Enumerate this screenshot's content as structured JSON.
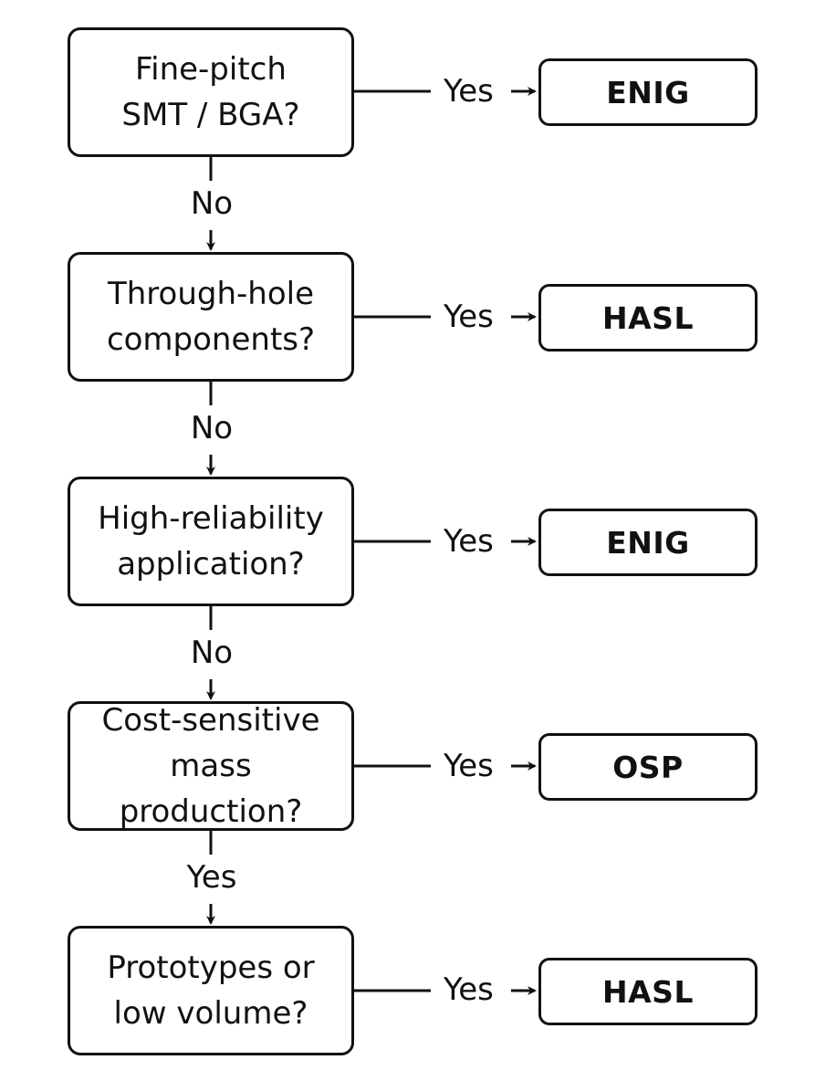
{
  "decisions": [
    {
      "question_line1": "Fine-pitch",
      "question_line2": "SMT / BGA?",
      "branch_label": "Yes",
      "result": "ENIG"
    },
    {
      "question_line1": "Through-hole",
      "question_line2": "components?",
      "branch_label": "Yes",
      "result": "HASL"
    },
    {
      "question_line1": "High-reliability",
      "question_line2": "application?",
      "branch_label": "Yes",
      "result": "ENIG"
    },
    {
      "question_line1": "Cost-sensitive",
      "question_line2": "mass production?",
      "branch_label": "Yes",
      "result": "OSP"
    },
    {
      "question_line1": "Prototypes or",
      "question_line2": "low volume?",
      "branch_label": "Yes",
      "result": "HASL"
    }
  ],
  "connectors": [
    {
      "label": "No"
    },
    {
      "label": "No"
    },
    {
      "label": "No"
    },
    {
      "label": "Yes"
    }
  ]
}
